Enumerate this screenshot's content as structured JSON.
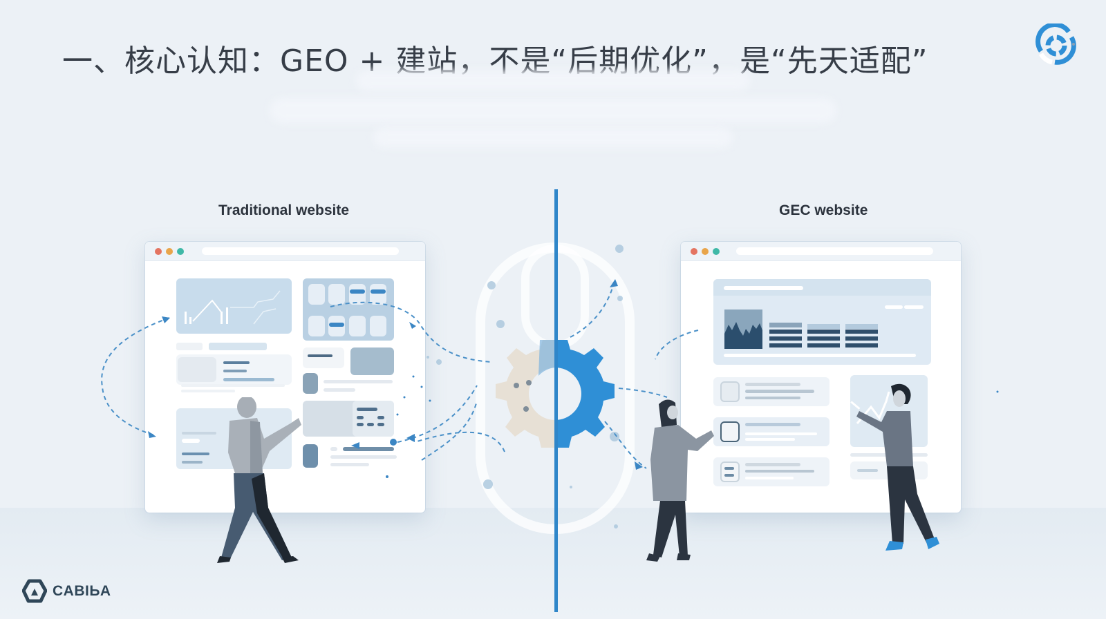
{
  "slide": {
    "title": "一、核心认知：GEO + 建站，不是“后期优化”，是“先天适配”",
    "subtitle_lines_blurred": 3
  },
  "panels": {
    "left": {
      "label": "Traditional website"
    },
    "right": {
      "label": "GEC website"
    }
  },
  "center": {
    "icon": "gear-icon",
    "divider_color": "#2f86c9",
    "gear_left_color": "#e6ded2",
    "gear_right_color": "#2f8fd6"
  },
  "icons": {
    "top_right_logo": "target-logo-icon",
    "brand_logo": "hexagon-logo-icon"
  },
  "brand": {
    "name": "CABIЬA"
  },
  "colors": {
    "background": "#ecf1f6",
    "accent": "#2f86c9",
    "text": "#363d47",
    "dot_red": "#e47461",
    "dot_orange": "#e9a54a",
    "dot_green": "#3fb8a7"
  }
}
